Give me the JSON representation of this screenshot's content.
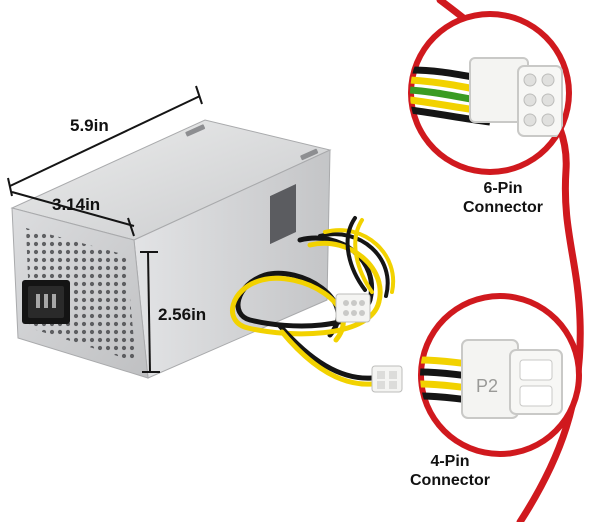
{
  "dimensions": {
    "length": "5.9in",
    "width": "3.14in",
    "height": "2.56in"
  },
  "callouts": {
    "six_pin": {
      "line1": "6-Pin",
      "line2": "Connector"
    },
    "four_pin": {
      "line1": "4-Pin",
      "line2": "Connector",
      "plug_marking": "P2"
    }
  },
  "colors": {
    "accent_red": "#d0191e",
    "wire_yellow": "#f2d200",
    "wire_black": "#151515",
    "wire_green": "#3a9b22",
    "housing_silver": "#d9dadc",
    "connector_white": "#f4f4f2"
  }
}
